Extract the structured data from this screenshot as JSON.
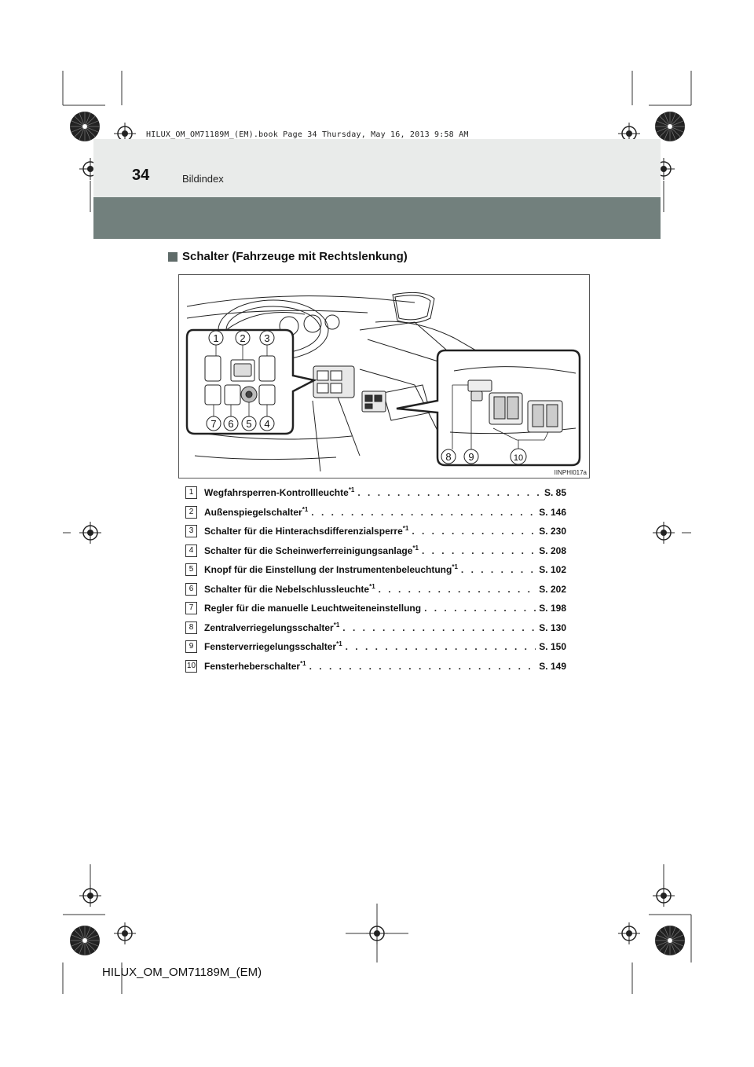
{
  "file_stamp": "HILUX_OM_OM71189M_(EM).book  Page 34  Thursday, May 16, 2013  9:58 AM",
  "page_number": "34",
  "section_name": "Bildindex",
  "heading": "Schalter (Fahrzeuge mit Rechtslenkung)",
  "figure": {
    "code": "IINPHI017a",
    "callouts": [
      "1",
      "2",
      "3",
      "4",
      "5",
      "6",
      "7",
      "8",
      "9",
      "10"
    ]
  },
  "items": [
    {
      "num": "1",
      "label": "Wegfahrsperren-Kontrollleuchte",
      "note": "*1",
      "page": "S. 85"
    },
    {
      "num": "2",
      "label": "Außenspiegelschalter",
      "note": "*1",
      "page": "S. 146"
    },
    {
      "num": "3",
      "label": "Schalter für die Hinterachsdifferenzialsperre",
      "note": "*1",
      "page": "S. 230"
    },
    {
      "num": "4",
      "label": "Schalter für die Scheinwerferreinigungsanlage",
      "note": "*1",
      "page": "S. 208"
    },
    {
      "num": "5",
      "label": "Knopf für die Einstellung der Instrumentenbeleuchtung",
      "note": "*1",
      "page": "S. 102"
    },
    {
      "num": "6",
      "label": "Schalter für die Nebelschlussleuchte",
      "note": "*1",
      "page": "S. 202"
    },
    {
      "num": "7",
      "label": "Regler für die manuelle Leuchtweiteneinstellung",
      "note": "",
      "page": "S. 198"
    },
    {
      "num": "8",
      "label": "Zentralverriegelungsschalter",
      "note": "*1",
      "page": "S. 130"
    },
    {
      "num": "9",
      "label": "Fensterverriegelungsschalter",
      "note": "*1",
      "page": "S. 150"
    },
    {
      "num": "10",
      "label": "Fensterheberschalter",
      "note": "*1",
      "page": "S. 149"
    }
  ],
  "footer": "HILUX_OM_OM71189M_(EM)",
  "colors": {
    "header_band": "#e9ebea",
    "header_strip": "#72807d",
    "heading_square": "#5f6b69"
  },
  "icons": [
    "registration-mark-icon",
    "crop-mark-icon",
    "rosette-icon"
  ]
}
